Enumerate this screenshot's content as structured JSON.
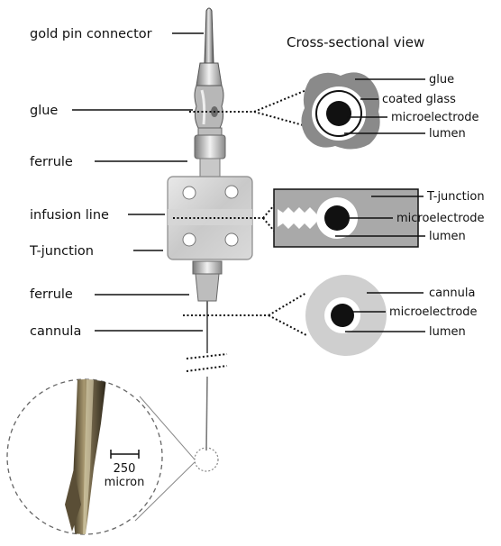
{
  "labels": {
    "gold_pin_connector": "gold pin connector",
    "glue": "glue",
    "ferrule_top": "ferrule",
    "infusion_line": "infusion line",
    "t_junction": "T-junction",
    "ferrule_bottom": "ferrule",
    "cannula": "cannula"
  },
  "cross_section": {
    "title": "Cross-sectional view",
    "glue_section": {
      "glue": "glue",
      "coated_glass": "coated glass",
      "microelectrode": "microelectrode",
      "lumen": "lumen"
    },
    "tjunction_section": {
      "t_junction": "T-junction",
      "microelectrode": "microelectrode",
      "lumen": "lumen"
    },
    "cannula_section": {
      "cannula": "cannula",
      "microelectrode": "microelectrode",
      "lumen": "lumen"
    }
  },
  "scale_bar": {
    "value": "250",
    "unit": "micron"
  },
  "colors": {
    "glue_fill": "#8a8a8a",
    "tjunction_fill": "#a9a9a9",
    "cannula_fill": "#cfcfcf",
    "electrode": "#111111",
    "lumen": "#ffffff"
  }
}
